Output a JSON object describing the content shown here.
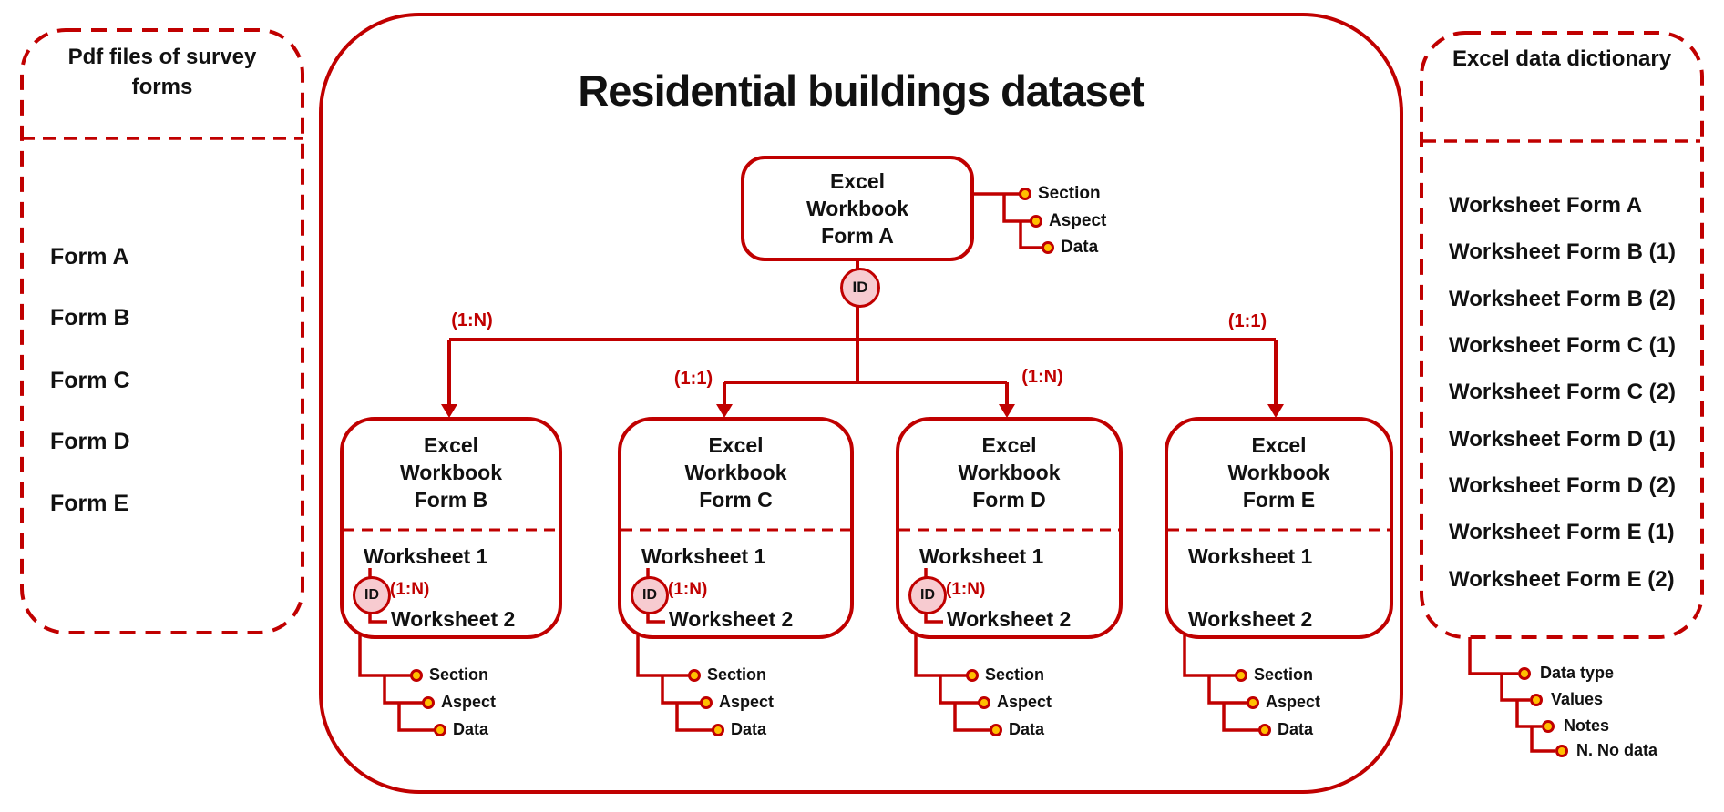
{
  "colors": {
    "line_red": "#C00000",
    "bullet_yellow": "#FFC000",
    "key_pink": "#F7CBD0",
    "text_black": "#111111"
  },
  "left_panel": {
    "title": "Pdf files of survey forms",
    "items": [
      "Form A",
      "Form B",
      "Form C",
      "Form D",
      "Form E"
    ]
  },
  "center_panel": {
    "title": "Residential buildings dataset",
    "root_workbook": {
      "lines": [
        "Excel",
        "Workbook",
        "Form A"
      ],
      "key_label": "ID",
      "attributes": [
        "Section",
        "Aspect",
        "Data"
      ]
    },
    "branch_labels": {
      "b": "(1:N)",
      "c": "(1:1)",
      "d": "(1:N)",
      "e": "(1:1)"
    },
    "workbooks": [
      {
        "lines": [
          "Excel",
          "Workbook",
          "Form B"
        ],
        "worksheet_1": "Worksheet 1",
        "worksheet_2": "Worksheet 2",
        "key_label": "ID",
        "relation": "(1:N)",
        "attributes": [
          "Section",
          "Aspect",
          "Data"
        ]
      },
      {
        "lines": [
          "Excel",
          "Workbook",
          "Form C"
        ],
        "worksheet_1": "Worksheet 1",
        "worksheet_2": "Worksheet 2",
        "key_label": "ID",
        "relation": "(1:N)",
        "attributes": [
          "Section",
          "Aspect",
          "Data"
        ]
      },
      {
        "lines": [
          "Excel",
          "Workbook",
          "Form D"
        ],
        "worksheet_1": "Worksheet 1",
        "worksheet_2": "Worksheet 2",
        "key_label": "ID",
        "relation": "(1:N)",
        "attributes": [
          "Section",
          "Aspect",
          "Data"
        ]
      },
      {
        "lines": [
          "Excel",
          "Workbook",
          "Form E"
        ],
        "worksheet_1": "Worksheet 1",
        "worksheet_2": "Worksheet 2",
        "attributes": [
          "Section",
          "Aspect",
          "Data"
        ]
      }
    ]
  },
  "right_panel": {
    "title": "Excel data dictionary",
    "items": [
      "Worksheet Form A",
      "Worksheet Form B (1)",
      "Worksheet Form B (2)",
      "Worksheet Form C (1)",
      "Worksheet Form C (2)",
      "Worksheet Form D (1)",
      "Worksheet Form D (2)",
      "Worksheet Form E (1)",
      "Worksheet Form E (2)"
    ],
    "attributes": [
      "Data type",
      "Values",
      "Notes",
      "N. No data"
    ]
  }
}
